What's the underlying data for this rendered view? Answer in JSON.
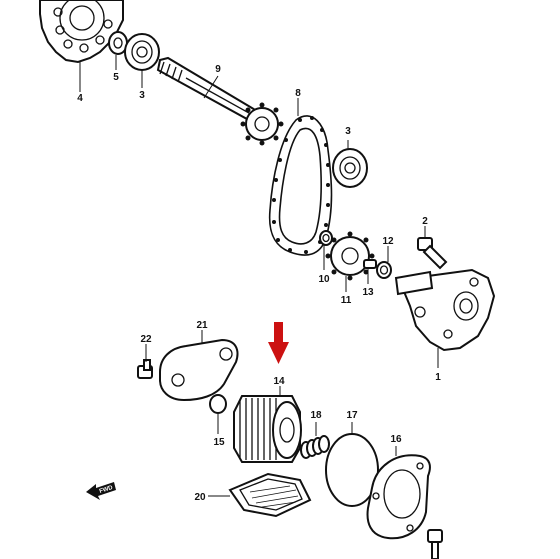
{
  "callouts": {
    "p1": "1",
    "p2": "2",
    "p3a": "3",
    "p3b": "3",
    "p4": "4",
    "p5": "5",
    "p8": "8",
    "p9": "9",
    "p10": "10",
    "p11": "11",
    "p12": "12",
    "p13": "13",
    "p14": "14",
    "p15": "15",
    "p16": "16",
    "p17": "17",
    "p18": "18",
    "p20": "20",
    "p21": "21",
    "p22": "22"
  },
  "direction_marker": {
    "label": "FWD"
  },
  "highlight": {
    "target_part": "14",
    "color": "#cc1111"
  },
  "line_color": "#111111",
  "background": "#ffffff"
}
